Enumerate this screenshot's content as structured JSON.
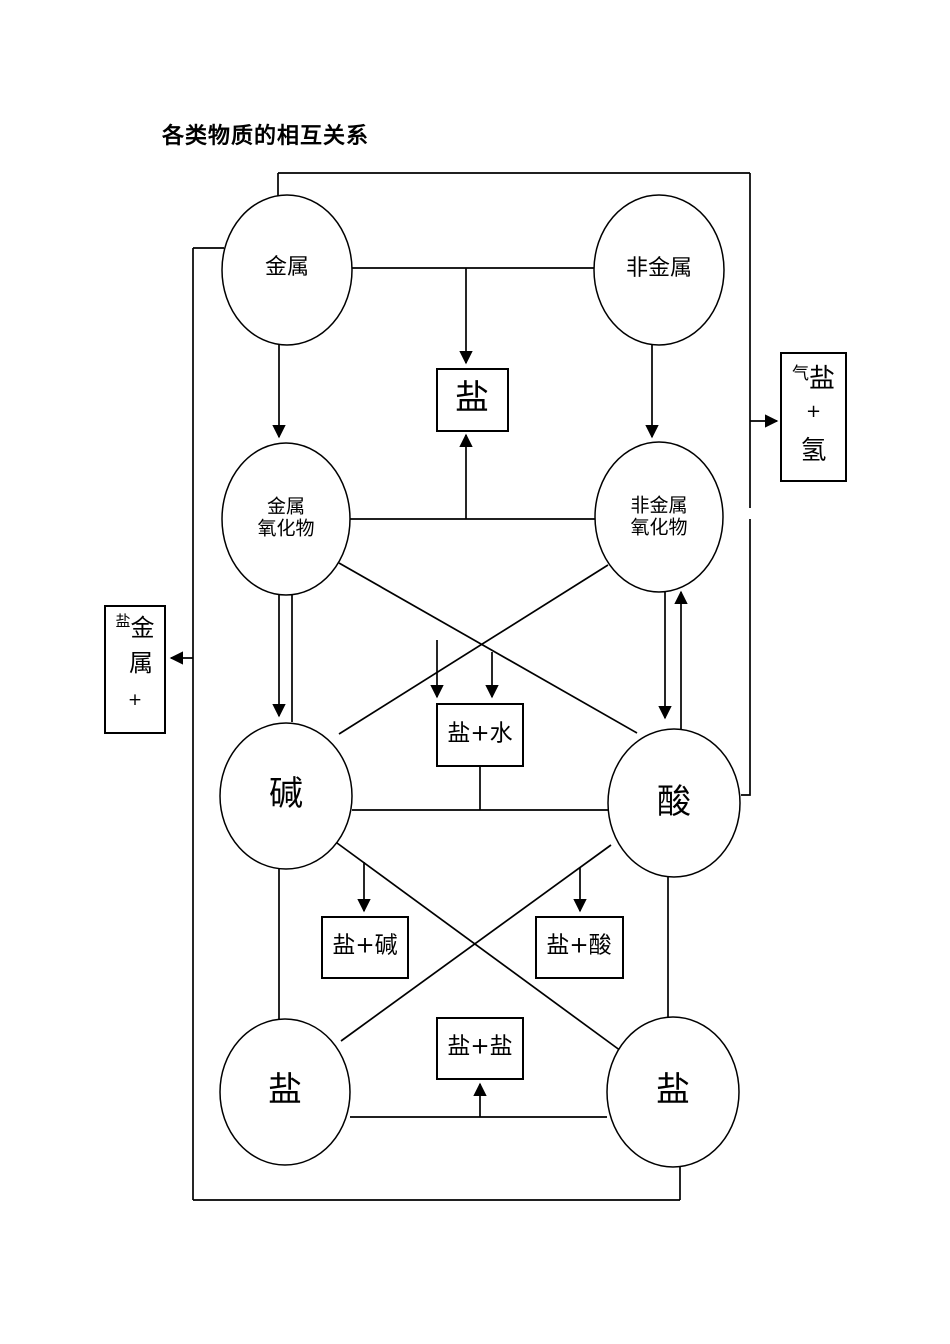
{
  "title": "各类物质的相互关系",
  "colors": {
    "line": "#000000",
    "background": "#ffffff",
    "text": "#000000"
  },
  "nodes": {
    "metal": {
      "label": "金属"
    },
    "nonmetal": {
      "label": "非金属"
    },
    "metal_oxide": {
      "line1": "金属",
      "line2": "氧化物"
    },
    "nonmetal_oxide": {
      "line1": "非金属",
      "line2": "氧化物"
    },
    "base": {
      "label": "碱"
    },
    "acid": {
      "label": "酸"
    },
    "salt_bottom_left": {
      "label": "盐"
    },
    "salt_bottom_right": {
      "label": "盐"
    }
  },
  "product_boxes": {
    "salt": {
      "label": "盐"
    },
    "salt_water": {
      "label": "盐+水"
    },
    "salt_base": {
      "label": "盐+碱"
    },
    "salt_acid": {
      "label": "盐+酸"
    },
    "salt_salt": {
      "label": "盐+盐"
    },
    "metal_salt": {
      "small_char": "盐",
      "char1": "金",
      "char2": "属",
      "plus": "+"
    },
    "salt_hydrogen": {
      "small_char": "气",
      "char1": "盐",
      "plus": "+",
      "char2": "氢"
    }
  }
}
